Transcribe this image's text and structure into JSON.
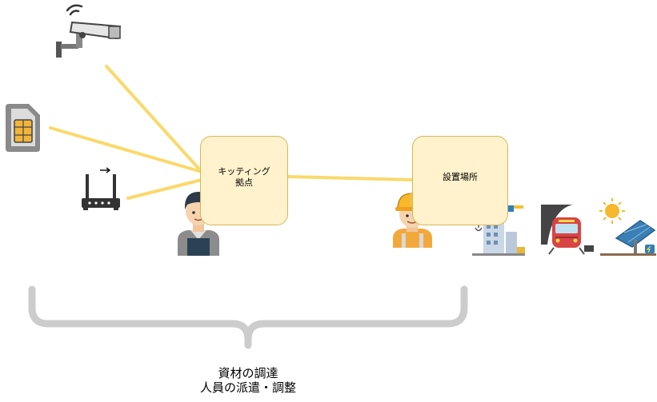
{
  "nodes": {
    "kitting": {
      "line1": "キッティング",
      "line2": "拠点"
    },
    "site": {
      "label": "設置場所"
    }
  },
  "caption": {
    "line1": "資材の調達",
    "line2": "人員の派遣・調整"
  },
  "icons": [
    "security-camera-icon",
    "sim-card-icon",
    "wifi-router-icon",
    "worker-icon",
    "construction-worker-icon",
    "construction-site-icon",
    "train-icon",
    "solar-panel-icon"
  ],
  "colors": {
    "connector": "#fad96b",
    "node_fill": "#fff2cc",
    "node_border": "#d6b656",
    "brace": "#cccccc"
  }
}
